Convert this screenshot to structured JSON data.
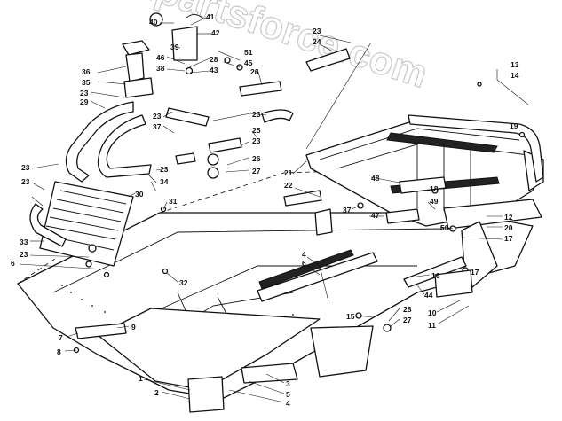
{
  "watermark": "Bigdpartsforce.com",
  "callouts": [
    {
      "id": "c40",
      "text": "40"
    },
    {
      "id": "c41",
      "text": "41"
    },
    {
      "id": "c42",
      "text": "42"
    },
    {
      "id": "c39",
      "text": "39"
    },
    {
      "id": "c51",
      "text": "51"
    },
    {
      "id": "c45",
      "text": "45"
    },
    {
      "id": "c46",
      "text": "46"
    },
    {
      "id": "c38",
      "text": "38"
    },
    {
      "id": "c28",
      "text": "28"
    },
    {
      "id": "c43",
      "text": "43"
    },
    {
      "id": "c36",
      "text": "36"
    },
    {
      "id": "c35",
      "text": "35"
    },
    {
      "id": "c23a",
      "text": "23"
    },
    {
      "id": "c29",
      "text": "29"
    },
    {
      "id": "c23b",
      "text": "23"
    },
    {
      "id": "c24",
      "text": "24"
    },
    {
      "id": "c23c",
      "text": "23"
    },
    {
      "id": "c26a",
      "text": "26"
    },
    {
      "id": "c13",
      "text": "13"
    },
    {
      "id": "c14",
      "text": "14"
    },
    {
      "id": "c19",
      "text": "19"
    },
    {
      "id": "c23d",
      "text": "23"
    },
    {
      "id": "c37a",
      "text": "37"
    },
    {
      "id": "c25",
      "text": "25"
    },
    {
      "id": "c23e",
      "text": "23"
    },
    {
      "id": "c26b",
      "text": "26"
    },
    {
      "id": "c27a",
      "text": "27"
    },
    {
      "id": "c23f",
      "text": "23"
    },
    {
      "id": "c34",
      "text": "34"
    },
    {
      "id": "c23g",
      "text": "23"
    },
    {
      "id": "c23h",
      "text": "23"
    },
    {
      "id": "c30",
      "text": "30"
    },
    {
      "id": "c31",
      "text": "31"
    },
    {
      "id": "c21",
      "text": "21"
    },
    {
      "id": "c22",
      "text": "22"
    },
    {
      "id": "c48",
      "text": "48"
    },
    {
      "id": "c18",
      "text": "18"
    },
    {
      "id": "c49",
      "text": "49"
    },
    {
      "id": "c37b",
      "text": "37"
    },
    {
      "id": "c47",
      "text": "47"
    },
    {
      "id": "c12",
      "text": "12"
    },
    {
      "id": "c20",
      "text": "20"
    },
    {
      "id": "c17a",
      "text": "17"
    },
    {
      "id": "c50",
      "text": "50"
    },
    {
      "id": "c33",
      "text": "33"
    },
    {
      "id": "c23i",
      "text": "23"
    },
    {
      "id": "c6a",
      "text": "6"
    },
    {
      "id": "c32",
      "text": "32"
    },
    {
      "id": "c4a",
      "text": "4"
    },
    {
      "id": "c6b",
      "text": "6"
    },
    {
      "id": "c16",
      "text": "16"
    },
    {
      "id": "c17b",
      "text": "17"
    },
    {
      "id": "c44",
      "text": "44"
    },
    {
      "id": "c10",
      "text": "10"
    },
    {
      "id": "c11",
      "text": "11"
    },
    {
      "id": "c7",
      "text": "7"
    },
    {
      "id": "c9",
      "text": "9"
    },
    {
      "id": "c8",
      "text": "8"
    },
    {
      "id": "c15",
      "text": "15"
    },
    {
      "id": "c28b",
      "text": "28"
    },
    {
      "id": "c27b",
      "text": "27"
    },
    {
      "id": "c1",
      "text": "1"
    },
    {
      "id": "c2",
      "text": "2"
    },
    {
      "id": "c3",
      "text": "3"
    },
    {
      "id": "c5",
      "text": "5"
    },
    {
      "id": "c4b",
      "text": "4"
    }
  ]
}
